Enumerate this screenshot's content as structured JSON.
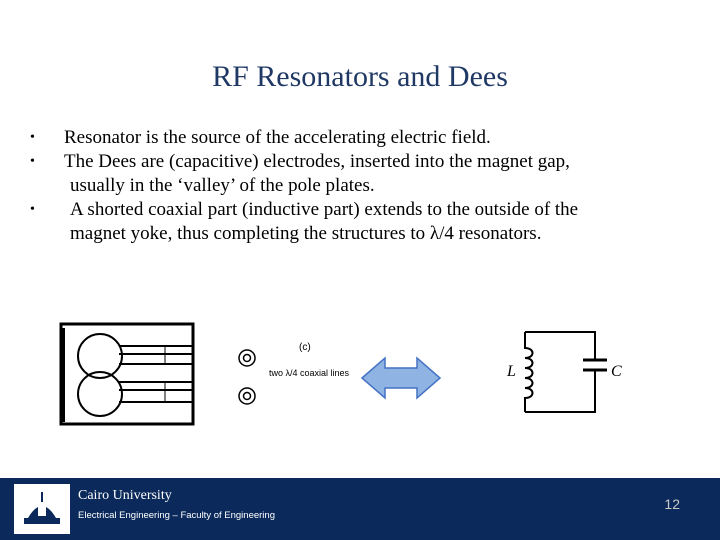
{
  "slide": {
    "title": "RF Resonators and Dees",
    "bullets": [
      {
        "lines": [
          "Resonator is the source of the accelerating electric field."
        ]
      },
      {
        "lines": [
          "The Dees are (capacitive) electrodes, inserted into the magnet gap,",
          "usually in the ‘valley’ of the pole plates."
        ]
      },
      {
        "lines": [
          "A shorted coaxial part (inductive part) extends to the outside of the",
          "magnet yoke, thus completing the structures to λ/4 resonators."
        ]
      }
    ],
    "figure": {
      "label_c": "(c)",
      "coax_label": "two λ/4 coaxial lines",
      "inductor_label": "L",
      "capacitor_label": "C"
    }
  },
  "footer": {
    "university": "Cairo University",
    "department": "Electrical Engineering – Faculty of Engineering",
    "page_number": "12"
  },
  "colors": {
    "title": "#1f3864",
    "footer_bg": "#0b2a5b",
    "arrow_fill": "#8fb4e3",
    "arrow_stroke": "#4472c4"
  }
}
